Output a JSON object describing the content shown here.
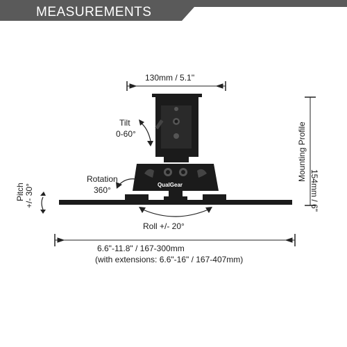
{
  "header": {
    "title": "MEASUREMENTS",
    "band_color": "#5a5a5a"
  },
  "diagram": {
    "product_color": "#1b1b1b",
    "brand": "QualGear",
    "labels": {
      "top_width": "130mm / 5.1''",
      "tilt_label": "Tilt",
      "tilt_range": "0-60°",
      "rotation_label": "Rotation",
      "rotation_range": "360°",
      "pitch_label": "Pitch",
      "pitch_range": "+/- 30°",
      "roll": "Roll +/- 20°",
      "mounting_profile": "Mounting Profile",
      "profile_height": "154mm / 6\"",
      "width_range": "6.6\"-11.8\" / 167-300mm",
      "width_extensions": "(with extensions: 6.6\"-16\" / 167-407mm)"
    }
  }
}
